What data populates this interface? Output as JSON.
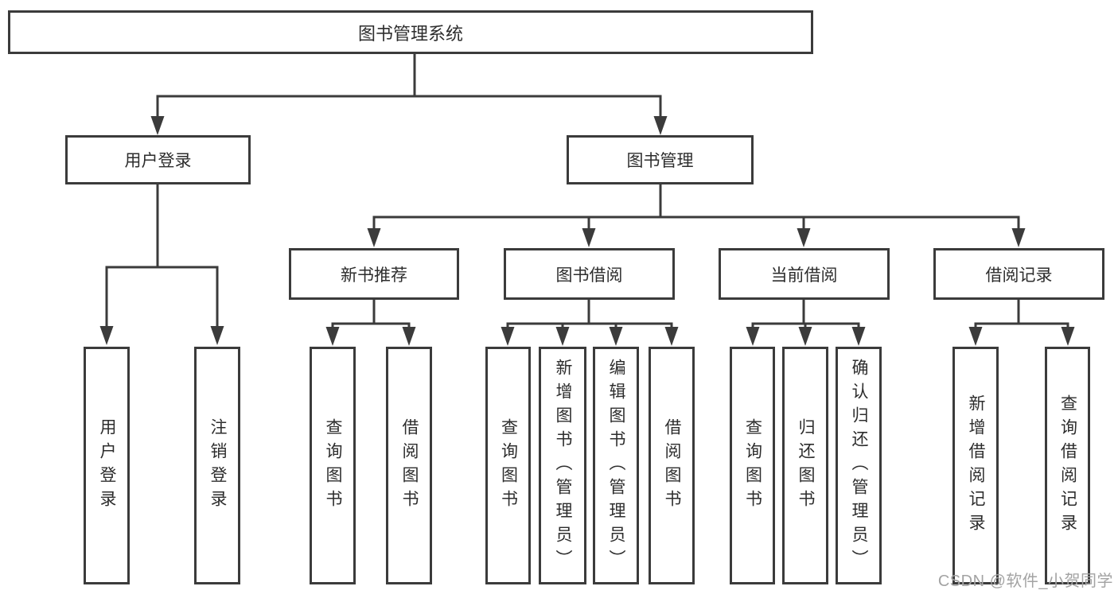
{
  "tree": {
    "label": "图书管理系统",
    "children": [
      {
        "label": "用户登录",
        "children": [
          {
            "label": "用户登录"
          },
          {
            "label": "注销登录"
          }
        ]
      },
      {
        "label": "图书管理",
        "children": [
          {
            "label": "新书推荐",
            "children": [
              {
                "label": "查询图书"
              },
              {
                "label": "借阅图书"
              }
            ]
          },
          {
            "label": "图书借阅",
            "children": [
              {
                "label": "查询图书"
              },
              {
                "label": "新增图书（管理员）"
              },
              {
                "label": "编辑图书（管理员）"
              },
              {
                "label": "借阅图书"
              }
            ]
          },
          {
            "label": "当前借阅",
            "children": [
              {
                "label": "查询图书"
              },
              {
                "label": "归还图书"
              },
              {
                "label": "确认归还（管理员）"
              }
            ]
          },
          {
            "label": "借阅记录",
            "children": [
              {
                "label": "新增借阅记录"
              },
              {
                "label": "查询借阅记录"
              }
            ]
          }
        ]
      }
    ]
  },
  "watermark": {
    "text": "CSDN @软件_小贺同学"
  },
  "colors": {
    "line": "#3b3b3b",
    "text": "#2d2d2d",
    "watermark": "#a3a3a3",
    "background": "#ffffff"
  }
}
